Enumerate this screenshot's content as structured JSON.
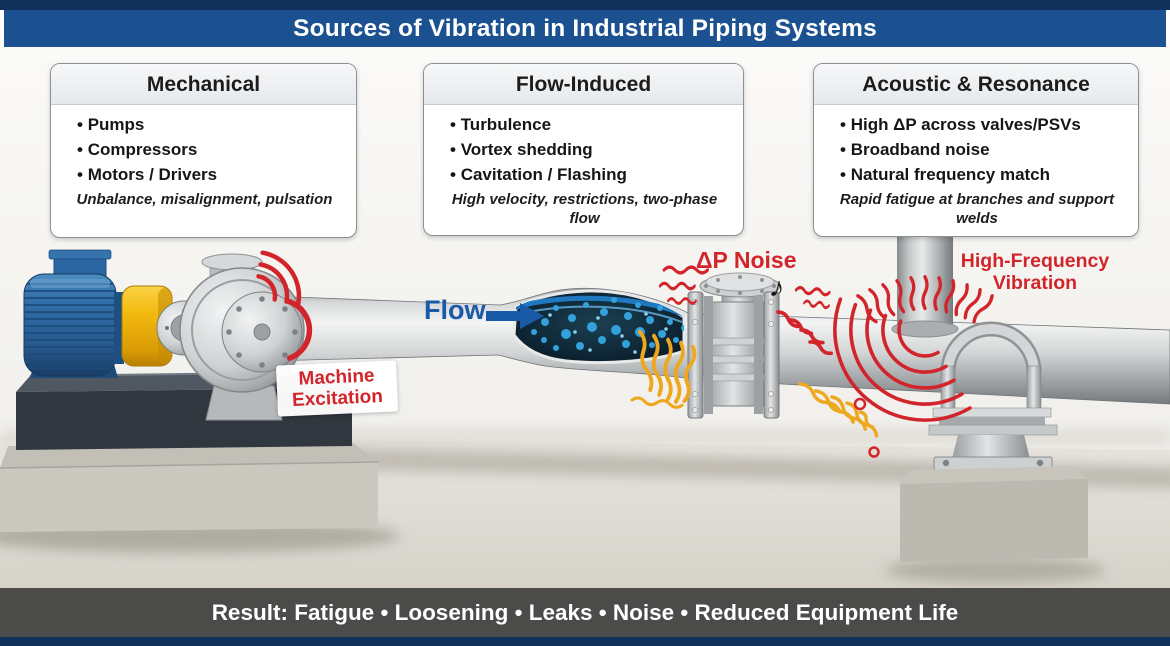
{
  "title_banner": {
    "text": "Sources of Vibration in Industrial Piping Systems"
  },
  "cards": [
    {
      "title": "Mechanical",
      "bullets": [
        "Pumps",
        "Compressors",
        "Motors / Drivers"
      ],
      "note": "Unbalance, misalignment, pulsation"
    },
    {
      "title": "Flow-Induced",
      "bullets": [
        "Turbulence",
        "Vortex shedding",
        "Cavitation / Flashing"
      ],
      "note": "High velocity, restrictions, two-phase flow"
    },
    {
      "title": "Acoustic & Resonance",
      "bullets": [
        "High ΔP across valves/PSVs",
        "Broadband noise",
        "Natural frequency match"
      ],
      "note": "Rapid fatigue at branches and support welds"
    }
  ],
  "scene": {
    "flow_label": "Flow",
    "machine_excitation": {
      "line1": "Machine",
      "line2": "Excitation"
    },
    "dp_noise": "ΔP Noise",
    "high_frequency": {
      "line1": "High-Frequency",
      "line2": "Vibration"
    },
    "note_glyph": "♪"
  },
  "footer": {
    "text": "Result: Fatigue • Loosening • Leaks • Noise • Reduced Equipment Life"
  },
  "colors": {
    "frame-navy": "#12315a",
    "banner-blue": "#1b5190",
    "footer-gray": "#4b4b49",
    "accent-red": "#d2252b",
    "flow-blue": "#1a5ba8",
    "warn-yellow": "#eda81f",
    "motor-blue": "#2d6ca8",
    "coupling-yellow": "#f0b70f",
    "card-border": "#8c9196",
    "text-dark": "#161616"
  }
}
